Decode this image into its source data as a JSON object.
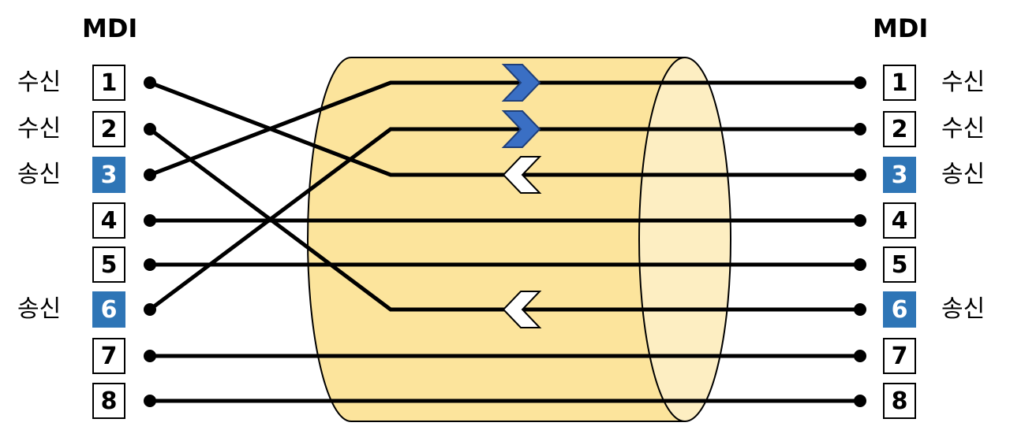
{
  "headers": {
    "left": "MDI",
    "right": "MDI"
  },
  "pins": [
    "1",
    "2",
    "3",
    "4",
    "5",
    "6",
    "7",
    "8"
  ],
  "highlighted_pins": [
    "3",
    "6"
  ],
  "left_labels": {
    "p1": "수신",
    "p2": "수신",
    "p3": "송신",
    "p6": "송신"
  },
  "right_labels": {
    "p1": "수신",
    "p2": "수신",
    "p3": "송신",
    "p6": "송신"
  },
  "colors": {
    "cable_fill": "#fce49c",
    "cable_end": "#fdeec2",
    "pin_highlight": "#2e75b6",
    "arrow_receive": "#3a6fc4",
    "arrow_send": "#ffffff"
  },
  "icons": [
    "chevron-right-icon",
    "chevron-left-icon"
  ]
}
